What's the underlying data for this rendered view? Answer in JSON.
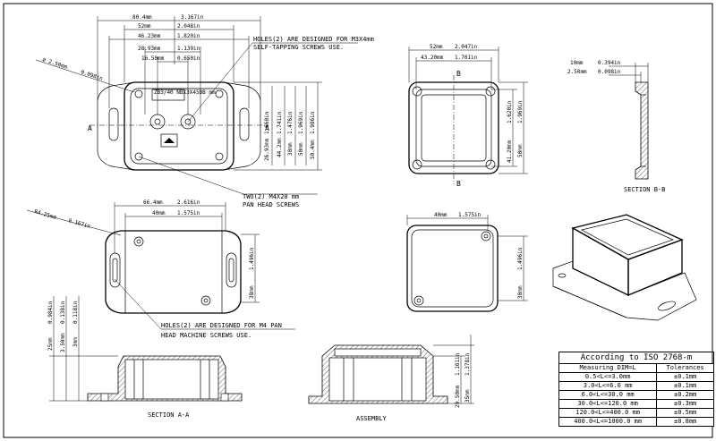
{
  "top_view": {
    "dims": {
      "d1": "80.4mm",
      "d1_in": "3.167in",
      "d2": "52mm",
      "d2_in": "2.048in",
      "d3": "46.23mm",
      "d3_in": "1.820in",
      "d4": "28.93mm",
      "d4_in": "1.139in",
      "d5": "16.50mm",
      "d5_in": "0.650in",
      "dia": "ø 2.50mm",
      "dia_in": "0.098in",
      "v1": "1.660in",
      "v2": "1.741in",
      "v3": "1.476in",
      "v4": "1.969in",
      "v5": "1.986in",
      "v_mm1": "26.93mm",
      "v_mm2": "44.2mm",
      "v_mm3": "38mm",
      "v_mm4": "50mm",
      "v_mm5": "50.4mm"
    },
    "section_marker": "A",
    "label_small": "ZB3/40 NBX3X45DB mm",
    "note_holes": "HOLES(2) ARE DESIGNED FOR M3X4mm",
    "note_holes2": "SELF-TAPPING SCREWS USE.",
    "note_screws": "TWO(2) M4X20 mm",
    "note_screws2": "PAN HEAD SCREWS"
  },
  "bottom_view": {
    "r": "R4.25mm",
    "r_in": "0.167in",
    "d1": "66.4mm",
    "d1_in": "2.616in",
    "d2": "40mm",
    "d2_in": "1.575in",
    "v1": "1.496in",
    "v_mm": "38mm",
    "note": "HOLES(2) ARE DESIGNED FOR M4 PAN",
    "note2": "HEAD MACHINE SCREWS USE."
  },
  "section_aa": {
    "label": "SECTION  A-A",
    "v1": "0.984in",
    "v2": "0.138in",
    "v3": "0.118in",
    "mm1": "25mm",
    "mm2": "3.50mm",
    "mm3": "3mm"
  },
  "lid_top": {
    "d1": "52mm",
    "d1_in": "2.047in",
    "d2": "43.20mm",
    "d2_in": "1.701in",
    "marker": "B",
    "v1": "1.620in",
    "v2": "1.969in",
    "mm1": "41.20mm",
    "mm2": "50mm"
  },
  "lid_small": {
    "d1": "40mm",
    "d1_in": "1.575in",
    "v1": "1.496in",
    "mm1": "38mm"
  },
  "section_bb": {
    "label": "SECTION  B-B",
    "d1": "10mm",
    "d1_in": "0.394in",
    "d2": "2.50mm",
    "d2_in": "0.098in"
  },
  "assembly": {
    "label": "ASSEMBLY",
    "v1": "1.161in",
    "v2": "1.378in",
    "mm1": "29.50mm",
    "mm2": "35mm"
  },
  "table": {
    "caption": "According to ISO 2768-m",
    "head": [
      "Measuring  DIM=L",
      "Tolerances"
    ],
    "rows": [
      [
        "0.5<L<=3.0mm",
        "±0.1mm"
      ],
      [
        "3.0<L<=6.0 mm",
        "±0.1mm"
      ],
      [
        "6.0<L<=30.0 mm",
        "±0.2mm"
      ],
      [
        "30.0<L<=120.0 mm",
        "±0.3mm"
      ],
      [
        "120.0<L<=400.0 mm",
        "±0.5mm"
      ],
      [
        "400.0<L<=1000.0 mm",
        "±0.8mm"
      ]
    ]
  }
}
